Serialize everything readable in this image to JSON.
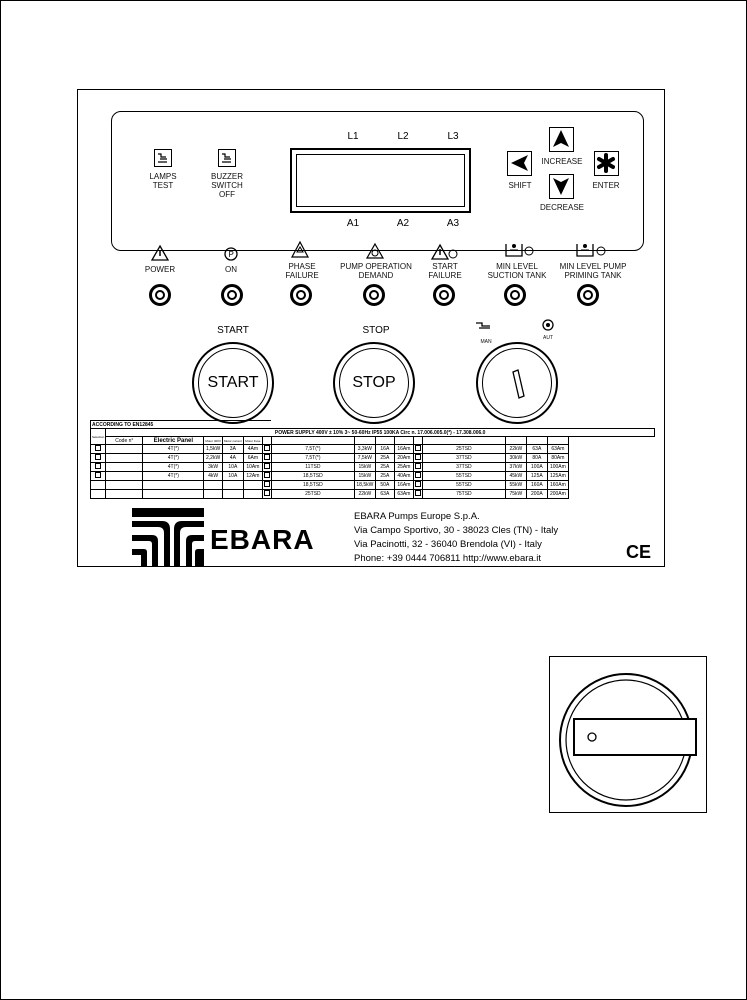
{
  "keypad": {
    "lamps_test": [
      "LAMPS",
      "TEST"
    ],
    "buzzer_off": [
      "BUZZER",
      "SWITCH",
      "OFF"
    ],
    "shift": "SHIFT",
    "increase": "INCREASE",
    "decrease": "DECREASE",
    "enter": "ENTER"
  },
  "display": {
    "voltage_phases": [
      "L1",
      "L2",
      "L3"
    ],
    "current_phases": [
      "A1",
      "A2",
      "A3"
    ]
  },
  "indicators": [
    {
      "label": [
        "POWER"
      ]
    },
    {
      "label": [
        "ON"
      ]
    },
    {
      "label": [
        "PHASE",
        "FAILURE"
      ]
    },
    {
      "label": [
        "PUMP OPERATION",
        "DEMAND"
      ]
    },
    {
      "label": [
        "START",
        "FAILURE"
      ]
    },
    {
      "label": [
        "MIN LEVEL",
        "SUCTION TANK"
      ]
    },
    {
      "label": [
        "MIN LEVEL PUMP",
        "PRIMING TANK"
      ]
    }
  ],
  "controls": {
    "start_caption": "START",
    "start_button": "START",
    "stop_caption": "STOP",
    "stop_button": "STOP",
    "mode_man": "MAN",
    "mode_aut": "AUT"
  },
  "spec_table": {
    "standard": "ACCORDING TO EN12845",
    "power_supply": "POWER SUPPLY 400V ± 10% 3~ 50-60Hz IP55 100KA Circ n. 17.006.005.0(*) - 17.308.006.0",
    "side_label": "Selection",
    "headers": [
      "Code n°",
      "Electric Panel",
      "Motor 400V",
      "Motor current",
      "Motor Fuse"
    ],
    "col1": [
      [
        "",
        "4T(*)",
        "1,5kW",
        "3A",
        "4Am"
      ],
      [
        "",
        "4T(*)",
        "2,2kW",
        "4A",
        "6Am"
      ],
      [
        "",
        "4T(*)",
        "3kW",
        "10A",
        "10Am"
      ],
      [
        "",
        "4T(*)",
        "4kW",
        "10A",
        "12Am"
      ]
    ],
    "col2": [
      [
        "7,5T(*)",
        "3,3kW",
        "16A",
        "16Am"
      ],
      [
        "7,5T(*)",
        "7,5kW",
        "25A",
        "20Am"
      ],
      [
        "11TSD",
        "15kW",
        "25A",
        "25Am"
      ],
      [
        "18,5TSD",
        "15kW",
        "25A",
        "40Am"
      ],
      [
        "18,5TSD",
        "18,5kW",
        "50A",
        "16Am"
      ],
      [
        "25TSD",
        "22kW",
        "63A",
        "63Am"
      ]
    ],
    "col3": [
      [
        "25TSD",
        "22kW",
        "63A",
        "63Am"
      ],
      [
        "37TSD",
        "30kW",
        "80A",
        "80Am"
      ],
      [
        "37TSD",
        "37kW",
        "100A",
        "100Am"
      ],
      [
        "55TSD",
        "45kW",
        "125A",
        "125Am"
      ],
      [
        "55TSD",
        "55kW",
        "160A",
        "160Am"
      ],
      [
        "75TSD",
        "75kW",
        "200A",
        "200Am"
      ]
    ]
  },
  "brand": {
    "logo_text": "EBARA",
    "company": "EBARA Pumps Europe S.p.A.",
    "address1": "Via Campo Sportivo, 30 - 38023 Cles (TN) - Italy",
    "address2": "Via Pacinotti, 32 - 36040 Brendola (VI) - Italy",
    "contact": "Phone: +39 0444 706811 http://www.ebara.it",
    "ce_mark": "CE"
  }
}
